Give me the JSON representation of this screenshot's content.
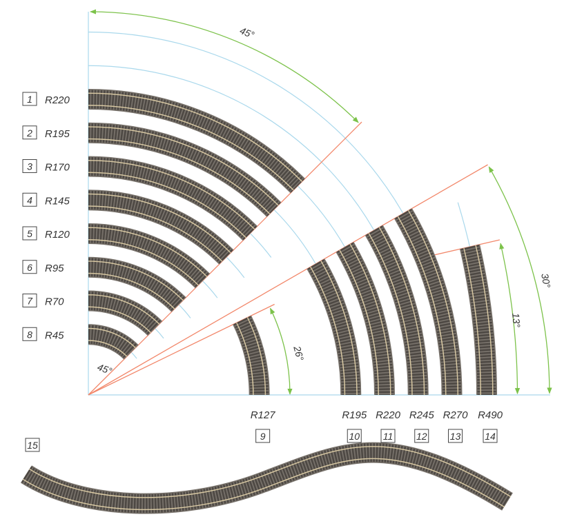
{
  "colors": {
    "guide_blue": "#a9d8ec",
    "angle_red": "#f2876a",
    "angle_green": "#7cc24a",
    "ballast": "#77716a",
    "sleeper": "#4d4843",
    "rail": "#d9c9a3"
  },
  "left_tracks": [
    {
      "id": "1",
      "label": "R220",
      "radius_mm": 220,
      "angle_deg": 45
    },
    {
      "id": "2",
      "label": "R195",
      "radius_mm": 195,
      "angle_deg": 45
    },
    {
      "id": "3",
      "label": "R170",
      "radius_mm": 170,
      "angle_deg": 45
    },
    {
      "id": "4",
      "label": "R145",
      "radius_mm": 145,
      "angle_deg": 45
    },
    {
      "id": "5",
      "label": "R120",
      "radius_mm": 120,
      "angle_deg": 45
    },
    {
      "id": "6",
      "label": "R95",
      "radius_mm": 95,
      "angle_deg": 45
    },
    {
      "id": "7",
      "label": "R70",
      "radius_mm": 70,
      "angle_deg": 45
    },
    {
      "id": "8",
      "label": "R45",
      "radius_mm": 45,
      "angle_deg": 45
    }
  ],
  "bottom_tracks": [
    {
      "id": "9",
      "label": "R127",
      "radius_mm": 127,
      "angle_deg": 26
    },
    {
      "id": "10",
      "label": "R195",
      "radius_mm": 195,
      "angle_deg": 30
    },
    {
      "id": "11",
      "label": "R220",
      "radius_mm": 220,
      "angle_deg": 30
    },
    {
      "id": "12",
      "label": "R245",
      "radius_mm": 245,
      "angle_deg": 30
    },
    {
      "id": "13",
      "label": "R270",
      "radius_mm": 270,
      "angle_deg": 30
    },
    {
      "id": "14",
      "label": "R490",
      "radius_mm": 490,
      "angle_deg": 13
    }
  ],
  "s_curve": {
    "id": "15"
  },
  "angle_labels": {
    "top": "45°",
    "origin": "45°",
    "right": "30°",
    "r490": "13°",
    "r127": "26°"
  }
}
